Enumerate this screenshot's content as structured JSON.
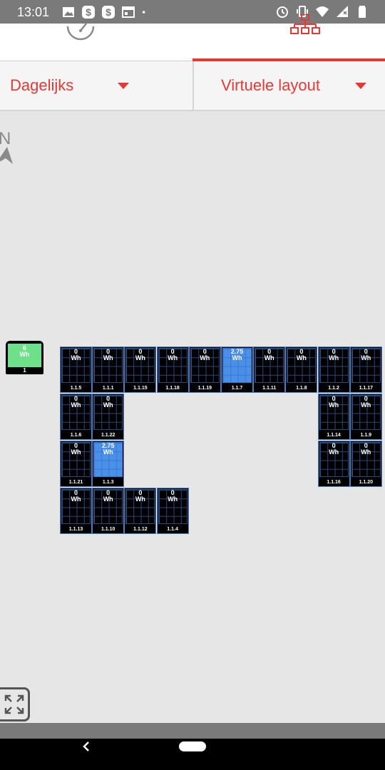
{
  "status_bar": {
    "time": "13:01",
    "left_icons": [
      "image-icon",
      "dollar-app-icon",
      "dollar-app-icon",
      "calendar-icon",
      "dot-icon"
    ],
    "right_icons": [
      "alarm-icon",
      "vibrate-icon",
      "wifi-icon",
      "signal-icon",
      "battery-icon"
    ]
  },
  "tabs": [
    {
      "name": "dashboard",
      "icon": "gauge-icon",
      "selected": false
    },
    {
      "name": "layout",
      "icon": "sitemap-icon",
      "selected": true
    }
  ],
  "dropdowns": {
    "period": "Dagelijks",
    "view": "Virtuele layout"
  },
  "compass": {
    "letter": "N"
  },
  "inverter": {
    "line1": "",
    "line2": "6",
    "line3": "Wh",
    "id": "1"
  },
  "colors": {
    "accent": "#e53935",
    "panel_active": "#4a8fe8",
    "panel_idle": "#000000",
    "inverter_screen": "#6ee08a"
  },
  "panels": [
    {
      "id": "1.1.5",
      "value": "0",
      "unit": "Wh",
      "active": false
    },
    {
      "id": "1.1.1",
      "value": "0",
      "unit": "Wh",
      "active": false
    },
    {
      "id": "1.1.15",
      "value": "0",
      "unit": "Wh",
      "active": false
    },
    {
      "id": "1.1.18",
      "value": "0",
      "unit": "Wh",
      "active": false
    },
    {
      "id": "1.1.19",
      "value": "0",
      "unit": "Wh",
      "active": false
    },
    {
      "id": "1.1.7",
      "value": "2.75",
      "unit": "Wh",
      "active": true
    },
    {
      "id": "1.1.11",
      "value": "0",
      "unit": "Wh",
      "active": false
    },
    {
      "id": "1.1.8",
      "value": "0",
      "unit": "Wh",
      "active": false
    },
    {
      "id": "1.1.2",
      "value": "0",
      "unit": "Wh",
      "active": false
    },
    {
      "id": "1.1.17",
      "value": "0",
      "unit": "Wh",
      "active": false
    },
    {
      "id": "1.1.6",
      "value": "0",
      "unit": "Wh",
      "active": false
    },
    {
      "id": "1.1.22",
      "value": "0",
      "unit": "Wh",
      "active": false
    },
    {
      "id": "1.1.14",
      "value": "0",
      "unit": "Wh",
      "active": false
    },
    {
      "id": "1.1.9",
      "value": "0",
      "unit": "Wh",
      "active": false
    },
    {
      "id": "1.1.21",
      "value": "0",
      "unit": "Wh",
      "active": false
    },
    {
      "id": "1.1.3",
      "value": "2.75",
      "unit": "Wh",
      "active": true
    },
    {
      "id": "1.1.16",
      "value": "0",
      "unit": "Wh",
      "active": false
    },
    {
      "id": "1.1.20",
      "value": "0",
      "unit": "Wh",
      "active": false
    },
    {
      "id": "1.1.13",
      "value": "0",
      "unit": "Wh",
      "active": false
    },
    {
      "id": "1.1.10",
      "value": "0",
      "unit": "Wh",
      "active": false
    },
    {
      "id": "1.1.12",
      "value": "0",
      "unit": "Wh",
      "active": false
    },
    {
      "id": "1.1.4",
      "value": "0",
      "unit": "Wh",
      "active": false
    }
  ],
  "controls": {
    "fit_icon": "fit-screen-icon"
  },
  "nav": {
    "back_icon": "back-icon",
    "home_icon": "home-pill-icon"
  }
}
